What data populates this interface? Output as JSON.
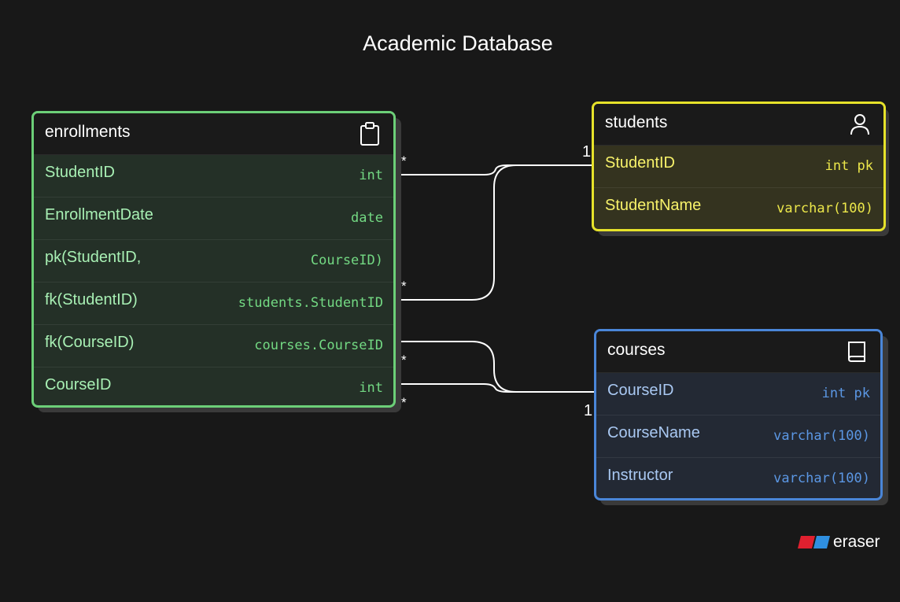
{
  "title": "Academic Database",
  "tables": {
    "enrollments": {
      "name": "enrollments",
      "icon": "clipboard-icon",
      "color": "#6ccf78",
      "fields": [
        {
          "name": "StudentID",
          "type": "int"
        },
        {
          "name": "EnrollmentDate",
          "type": "date"
        },
        {
          "name": "pk(StudentID,",
          "type": "CourseID)"
        },
        {
          "name": "fk(StudentID)",
          "type": "students.StudentID"
        },
        {
          "name": "fk(CourseID)",
          "type": "courses.CourseID"
        },
        {
          "name": "CourseID",
          "type": "int"
        }
      ]
    },
    "students": {
      "name": "students",
      "icon": "user-icon",
      "color": "#e6e22a",
      "fields": [
        {
          "name": "StudentID",
          "type": "int pk"
        },
        {
          "name": "StudentName",
          "type": "varchar(100)"
        }
      ]
    },
    "courses": {
      "name": "courses",
      "icon": "book-icon",
      "color": "#4a86d8",
      "fields": [
        {
          "name": "CourseID",
          "type": "int pk"
        },
        {
          "name": "CourseName",
          "type": "varchar(100)"
        },
        {
          "name": "Instructor",
          "type": "varchar(100)"
        }
      ]
    }
  },
  "cardinality": {
    "many": "*",
    "one_one": "1 1"
  },
  "logo": {
    "text": "eraser",
    "colors": [
      "#e0202f",
      "#2f8fe0"
    ]
  }
}
